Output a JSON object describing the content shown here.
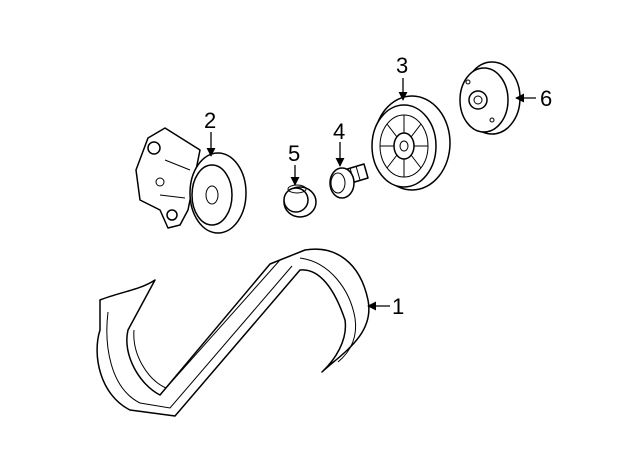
{
  "callouts": [
    {
      "id": "belt",
      "label": "1"
    },
    {
      "id": "tensioner",
      "label": "2"
    },
    {
      "id": "idler-pulley",
      "label": "3"
    },
    {
      "id": "bolt",
      "label": "4"
    },
    {
      "id": "dust-cap",
      "label": "5"
    },
    {
      "id": "guide-pulley",
      "label": "6"
    }
  ],
  "colors": {
    "line": "#000000",
    "background": "#ffffff"
  }
}
